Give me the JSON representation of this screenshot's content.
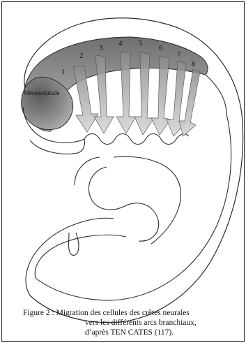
{
  "diagram": {
    "region_label": "Mésencéphale",
    "segments": [
      "1",
      "2",
      "3",
      "4",
      "5",
      "6",
      "7",
      "8"
    ],
    "colors": {
      "shade": "#9a9a9a",
      "line": "#2a2a2a"
    }
  },
  "caption": {
    "line1": "Figure 2 : Migration des cellules des crêtes neurales",
    "line2": "vers les différents arcs branchiaux,",
    "line3": "d’après TEN CATES (117)."
  }
}
